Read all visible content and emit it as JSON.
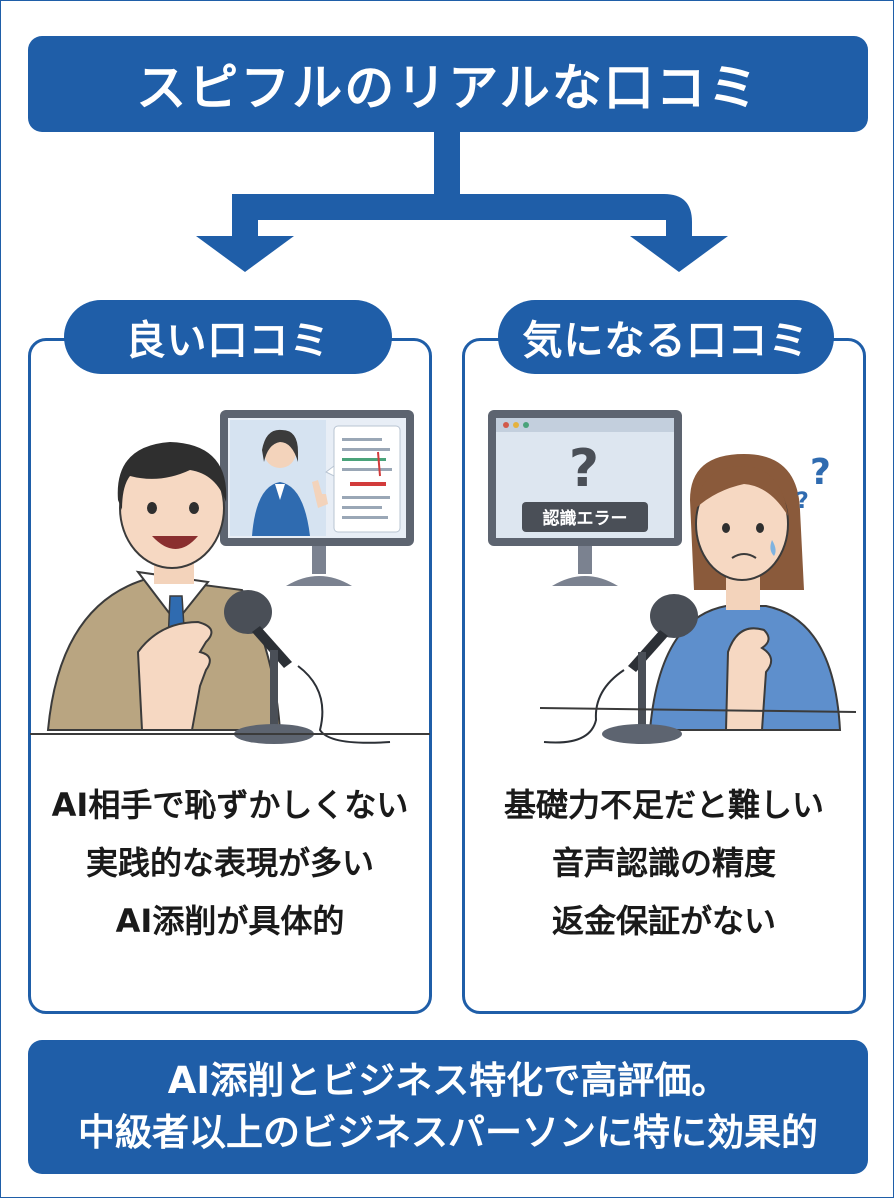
{
  "title": "スピフルのリアルな口コミ",
  "good": {
    "heading": "良い口コミ",
    "points": [
      "AI相手で恥ずかしくない",
      "実践的な表現が多い",
      "AI添削が具体的"
    ]
  },
  "concern": {
    "heading": "気になる口コミ",
    "screen_label": "認識エラー",
    "points": [
      "基礎力不足だと難しい",
      "音声認識の精度",
      "返金保証がない"
    ]
  },
  "summary": {
    "line1": "AI添削とビジネス特化で高評価。",
    "line2": "中級者以上のビジネスパーソンに特に効果的"
  },
  "colors": {
    "primary": "#1f5ea8",
    "text": "#1a1a1a",
    "background": "#ffffff"
  }
}
